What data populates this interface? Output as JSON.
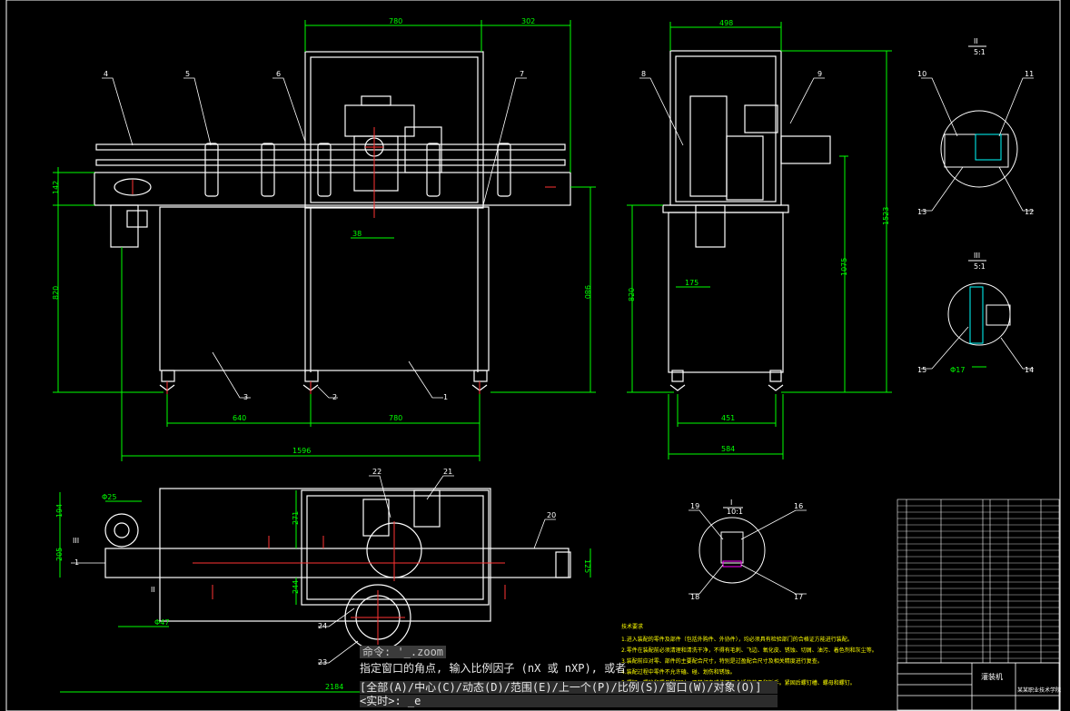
{
  "command_window": {
    "history": "命令: '_.zoom",
    "prompt": "指定窗口的角点, 输入比例因子 (nX 或 nXP), 或者",
    "options": "[全部(A)/中心(C)/动态(D)/范围(E)/上一个(P)/比例(S)/窗口(W)/对象(O)]",
    "input": "<实时>: _e"
  },
  "dimensions": {
    "front_top_left": "780",
    "front_top_right": "302",
    "front_left_height": "142",
    "front_leg_height": "820",
    "front_right_height": "980",
    "front_38": "38",
    "front_bottom_left": "640",
    "front_bottom_right": "780",
    "front_total": "1596",
    "side_top": "498",
    "side_175": "175",
    "side_left_height": "820",
    "side_mid_height": "1075",
    "side_total_height": "1523",
    "side_bottom_inner": "451",
    "side_bottom_outer": "584",
    "plan_194": "194",
    "plan_205": "205",
    "plan_271": "271",
    "plan_244": "244",
    "plan_125": "125",
    "plan_2184": "2184",
    "plan_dia25": "Φ25",
    "plan_dia47": "Φ47",
    "detail_dia": "Φ17"
  },
  "part_labels": {
    "p1": "1",
    "p2": "2",
    "p3": "3",
    "p4": "4",
    "p5": "5",
    "p6": "6",
    "p7": "7",
    "p8": "8",
    "p9": "9",
    "p10": "10",
    "p11": "11",
    "p12": "12",
    "p13": "13",
    "p14": "14",
    "p15": "15",
    "p16": "16",
    "p17": "17",
    "p18": "18",
    "p19": "19",
    "p20": "20",
    "p21": "21",
    "p22": "22",
    "p23": "23",
    "p24": "24",
    "p1b": "1"
  },
  "detail_views": {
    "ii_title": "II",
    "ii_scale": "5:1",
    "iii_title": "III",
    "iii_scale": "5:1",
    "i_title": "I",
    "i_scale": "10:1",
    "plan_iii": "III",
    "plan_ii": "II"
  },
  "tech_notes": {
    "title": "技术要求",
    "line1": "1.进入装配的零件及部件（包括外购件、外协件），均必须具有检验部门的合格证方能进行装配。",
    "line2": "2.零件在装配前必须清理和清洗干净，不得有毛刺、飞边、氧化皮、锈蚀、切屑、油污、着色剂和灰尘等。",
    "line3": "3.装配前应对零、部件的主要配合尺寸，特别是过盈配合尺寸及相关精度进行复查。",
    "line4": "4.装配过程中零件不允许磕、碰、划伤和锈蚀。",
    "line5": "5.螺钉、螺栓和螺母紧固时，严禁打击或使用不合适的旋具和扳手。紧固后螺钉槽、螺母和螺钉。"
  },
  "title_block": {
    "name": "灌装机",
    "company": "某某职业技术学院"
  },
  "colors": {
    "background": "#000000",
    "outline": "#ffffff",
    "dimension": "#00ff00",
    "centerline": "#ff3333",
    "note_text": "#ffff00",
    "hidden": "#00ffff",
    "hatch": "#ff00ff"
  }
}
